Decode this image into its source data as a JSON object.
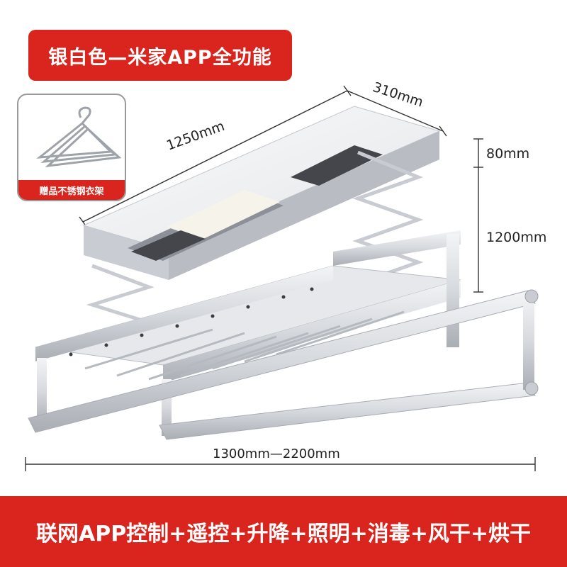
{
  "title_badge": "银白色—米家APP全功能",
  "gift": {
    "label": "赠品不锈钢衣架"
  },
  "dimensions": {
    "length": "1250mm",
    "depth": "310mm",
    "thickness": "80mm",
    "lift": "1200mm",
    "width_range": "1300mm—2200mm"
  },
  "features_bar": "联网APP控制+遥控+升降+照明+消毒+风干+烘干",
  "colors": {
    "brand_red": "#d9251d",
    "rack_silver": "#dcdfe4",
    "panel_grey": "#7d7f86"
  }
}
